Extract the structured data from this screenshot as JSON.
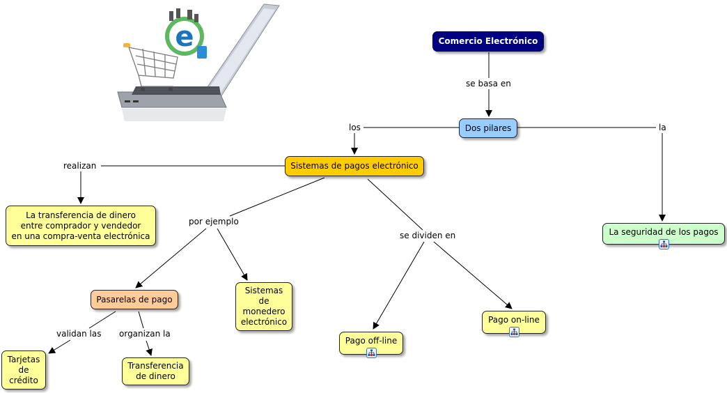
{
  "map": {
    "nodes": {
      "root": "Comercio Electrónico",
      "pilares": "Dos pilares",
      "sistemas": "Sistemas de pagos electrónico",
      "transferencia_full": "La transferencia de dinero\nentre comprador y vendedor\nen una compra-venta electrónica",
      "pasarelas": "Pasarelas de pago",
      "monedero": "Sistemas\nde\nmonedero\nelectrónico",
      "tarjetas": "Tarjetas\nde\ncrédito",
      "transferencia": "Transferencia\nde dinero",
      "offline": "Pago off-line",
      "online": "Pago on-line",
      "seguridad": "La seguridad de los pagos"
    },
    "linking_phrases": {
      "se_basa_en": "se basa en",
      "los": "los",
      "la": "la",
      "realizan": "realizan",
      "por_ejemplo": "por ejemplo",
      "se_dividen_en": "se dividen en",
      "validan_las": "validan las",
      "organizan_la": "organizan la"
    },
    "icons": {
      "submap": "submap-icon",
      "illustration": "ecommerce-laptop-illustration"
    },
    "colors": {
      "root": "#000080",
      "pilares": "#99ccff",
      "sistemas": "#ffcc00",
      "pasarelas": "#ffcc99",
      "leaf": "#ffff99",
      "seguridad": "#ccffcc"
    }
  }
}
